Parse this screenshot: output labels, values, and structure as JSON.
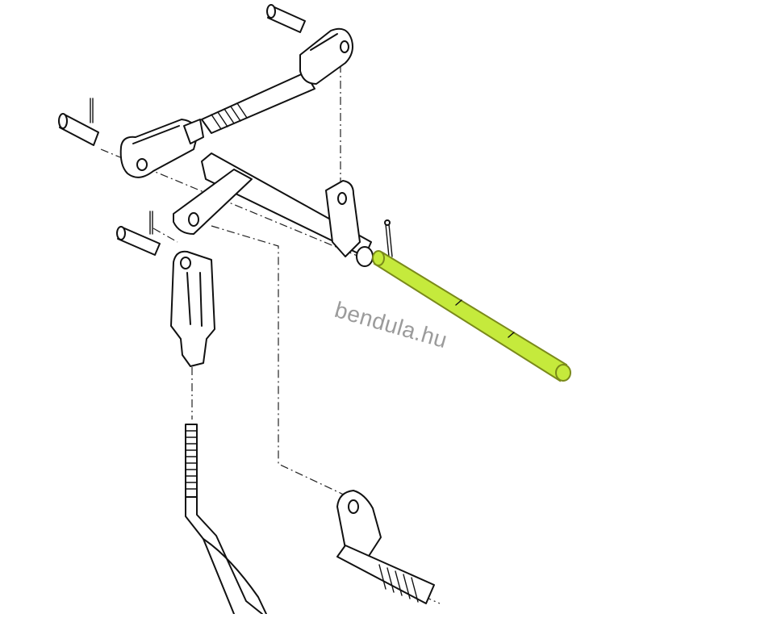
{
  "watermark": {
    "text": "bendula.hu"
  },
  "highlight": {
    "color": "#c5ea3c",
    "outline": "#7a8a1a"
  },
  "parts": [
    "top-clevis-pin",
    "upper-adjusting-rod",
    "left-clevis-pin",
    "left-clevis-fork",
    "cross-shaft-assembly",
    "shaft-lever-arm",
    "split-pin",
    "highlighted-shaft",
    "lower-clevis-pin",
    "lower-clevis-fork",
    "threaded-rod",
    "bent-link-rod",
    "splined-lever"
  ]
}
